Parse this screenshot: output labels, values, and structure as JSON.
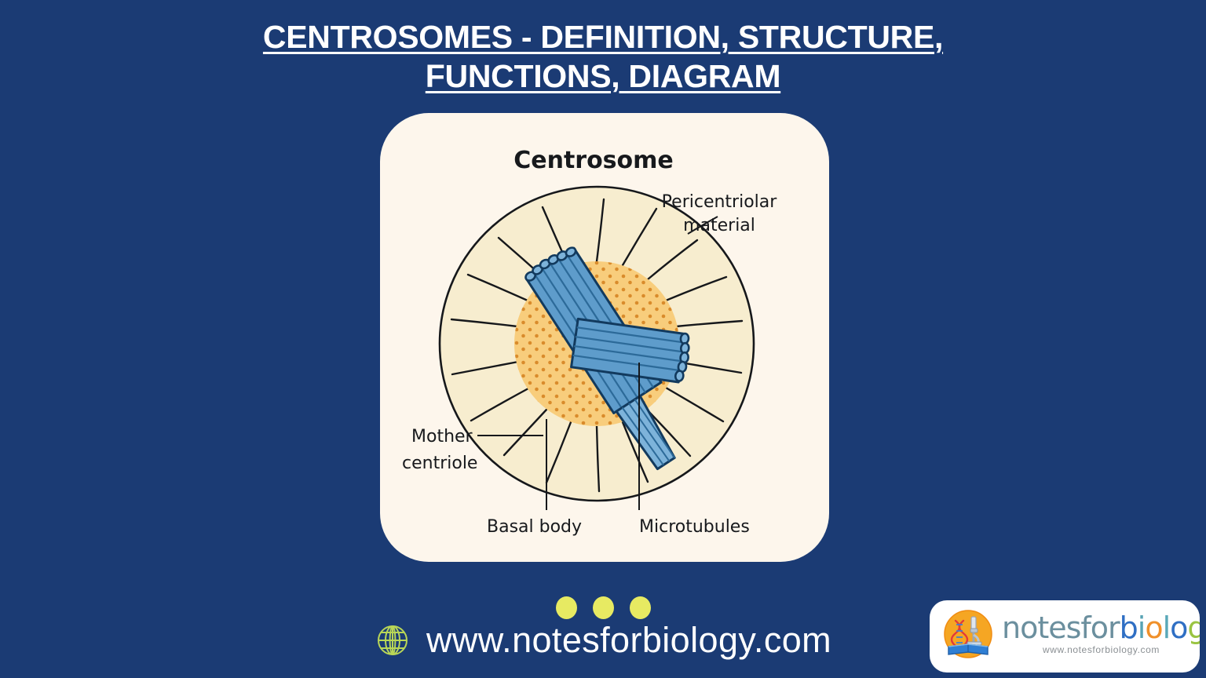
{
  "poster": {
    "background_color": "#1b3b74",
    "title": {
      "line1": "CENTROSOMES - DEFINITION, STRUCTURE,",
      "line2": "FUNCTIONS, DIAGRAM",
      "color": "#ffffff"
    }
  },
  "diagram": {
    "card_background": "#fdf6ec",
    "heading": "Centrosome",
    "labels": {
      "pericentriolar_line1": "Pericentriolar",
      "pericentriolar_line2": "material",
      "mother_line1": "Mother",
      "mother_line2": "centriole",
      "basal_body": "Basal body",
      "microtubules": "Microtubules"
    },
    "colors": {
      "outer_circle_fill": "#f7edcf",
      "outer_circle_stroke": "#1a1a1a",
      "pcm_fill": "#f8cd7c",
      "pcm_dots": "#d98b2b",
      "centriole_fill": "#5e9ccb",
      "centriole_fill_dark": "#4a85b4",
      "centriole_stroke": "#123a5e",
      "label_text": "#17191c"
    }
  },
  "footer": {
    "dots": {
      "count": 3,
      "color": "#e7ea62"
    },
    "globe_icon": "globe-icon",
    "url": "www.notesforbiology.com"
  },
  "logo": {
    "icon": "microscope-book-dna-icon",
    "wordmark_parts": [
      {
        "text": "notesfor",
        "color": "#6b8f9e"
      },
      {
        "text": "b",
        "color": "#2f6fc4"
      },
      {
        "text": "i",
        "color": "#58a3b4"
      },
      {
        "text": "o",
        "color": "#f0902a"
      },
      {
        "text": "l",
        "color": "#59a8b8"
      },
      {
        "text": "o",
        "color": "#2f6fc4"
      },
      {
        "text": "gy",
        "color": "#9ac442"
      }
    ],
    "subtitle": "www.notesforbiology.com"
  }
}
